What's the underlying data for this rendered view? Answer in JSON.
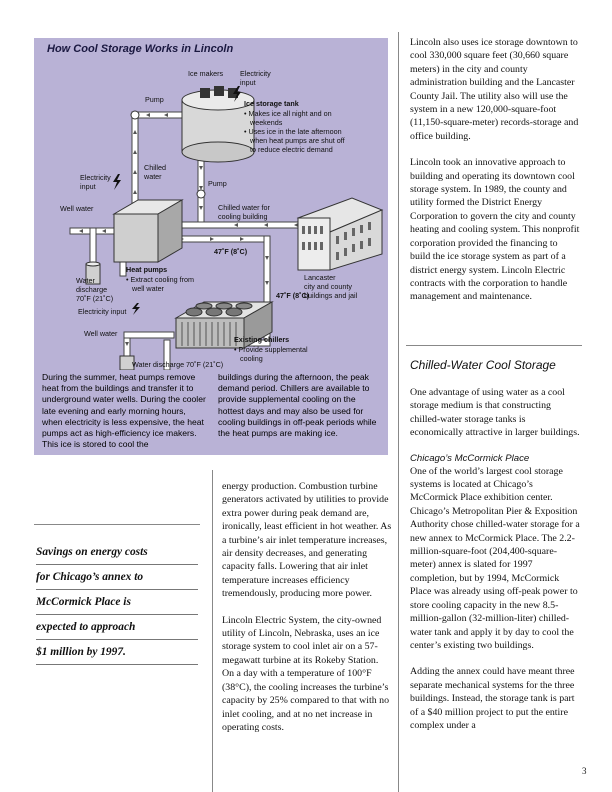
{
  "figure": {
    "title": "How Cool Storage Works in Lincoln",
    "labels": {
      "ice_makers": "Ice makers",
      "electricity_input_top_1": "Electricity",
      "electricity_input_top_2": "input",
      "pump_top": "Pump",
      "ice_tank_title": "Ice storage tank",
      "ice_tank_b1a": "• Makes ice all night and on",
      "ice_tank_b1b": "weekends",
      "ice_tank_b2a": "• Uses ice in the late afternoon",
      "ice_tank_b2b": "when heat pumps are shut off",
      "ice_tank_b2c": "to reduce electric demand",
      "chilled_water_1": "Chilled",
      "chilled_water_2": "water",
      "pump_mid": "Pump",
      "electricity_input_left_1": "Electricity",
      "electricity_input_left_2": "input",
      "well_water_top": "Well water",
      "chilled_for_cooling_1": "Chilled water for",
      "chilled_for_cooling_2": "cooling building",
      "temp_47_a": "47˚F (8˚C)",
      "heat_pumps_title": "Heat pumps",
      "heat_pumps_b1a": "• Extract cooling from",
      "heat_pumps_b1b": "well water",
      "water_discharge_1": "Water",
      "water_discharge_2": "discharge",
      "water_discharge_3": "70˚F (21˚C)",
      "lancaster_1": "Lancaster",
      "lancaster_2": "city and county",
      "lancaster_3": "buildings and jail",
      "electricity_input_mid": "Electricity input",
      "temp_47_b": "47˚F (8˚C)",
      "well_water_bottom": "Well water",
      "chillers_title": "Existing chillers",
      "chillers_b1a": "• Provide supplemental",
      "chillers_b1b": "cooling",
      "water_discharge_bottom": "Water discharge 70˚F (21˚C)"
    },
    "caption_left": "During the summer, heat pumps remove heat from the buildings and transfer it to underground water wells. During the cooler late evening and early morning hours, when electricity is less expensive, the heat pumps act as high-efficiency ice makers. This ice is stored to cool the",
    "caption_right": "buildings during the afternoon, the peak demand period. Chillers are available to provide supplemental cooling on the hottest days and may also be used for cooling buildings in off-peak periods while the heat pumps are making ice."
  },
  "right_column": {
    "p1": "Lincoln also uses ice storage downtown to cool 330,000 square feet (30,660 square meters) in the city and county administration building and the Lancaster County Jail. The utility also will use the system in a new 120,000-square-foot (11,150-square-meter) records-storage and office building.",
    "p2": "Lincoln took an innovative approach to building and operating its downtown cool storage system. In 1989, the county and utility formed the District Energy Corporation to govern the city and county heating and cooling system. This nonprofit corporation provided the financing to build the ice storage system as part of a district energy system. Lincoln Electric contracts with the corporation to handle management and maintenance.",
    "section_heading": "Chilled-Water Cool Storage",
    "p3": "One advantage of using water as a cool storage medium is that constructing chilled-water storage tanks is economically attractive in larger buildings.",
    "subhead": "Chicago’s McCormick Place",
    "p4": "One of the world’s largest cool storage systems is located at Chicago’s McCormick Place exhibition center. Chicago’s Metropolitan Pier & Exposition Authority chose chilled-water storage for a new annex to McCormick Place. The 2.2-million-square-foot (204,400-square-meter) annex is slated for 1997 completion, but by 1994, McCormick Place was already using off-peak power to store cooling capacity in the new 8.5-million-gallon (32-million-liter) chilled-water tank and apply it by day to cool the center’s existing two buildings.",
    "p5": "Adding the annex could have meant three separate mechanical systems for the three buildings. Instead, the storage tank is part of a $40 million project to put the entire complex under a"
  },
  "middle_column": {
    "p1": "energy production. Combustion turbine generators activated by utilities to provide extra power during peak demand are, ironically, least efficient in hot weather. As a turbine’s air inlet temperature increases, air density decreases, and generating capacity falls. Lowering that air inlet temperature increases efficiency tremendously, producing more power.",
    "p2": "Lincoln Electric System, the city-owned utility of Lincoln, Nebraska, uses an ice storage system to cool inlet air on a 57-megawatt turbine at its Rokeby Station. On a day with a temperature of 100°F (38°C), the cooling increases the turbine’s capacity by 25% compared to that with no inlet cooling, and at no net increase in operating costs."
  },
  "pullquote": {
    "lines": [
      "Savings on energy costs",
      "for Chicago’s annex to",
      "McCormick Place is",
      "expected to approach",
      "$1 million by 1997."
    ]
  },
  "page_number": "3"
}
